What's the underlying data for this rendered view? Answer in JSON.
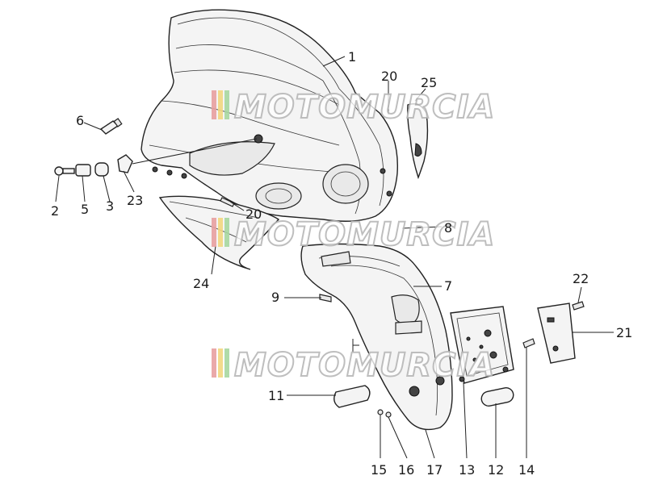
{
  "watermark": {
    "text": "MOTOMURCIA",
    "stripe_colors": [
      "#e8a0a0",
      "#f2d880",
      "#a8d8a0"
    ]
  },
  "callouts": [
    "1",
    "20",
    "25",
    "6",
    "2",
    "5",
    "3",
    "23",
    "20",
    "8",
    "24",
    "9",
    "7",
    "22",
    "21",
    "11",
    "15",
    "16",
    "17",
    "13",
    "12",
    "14"
  ]
}
